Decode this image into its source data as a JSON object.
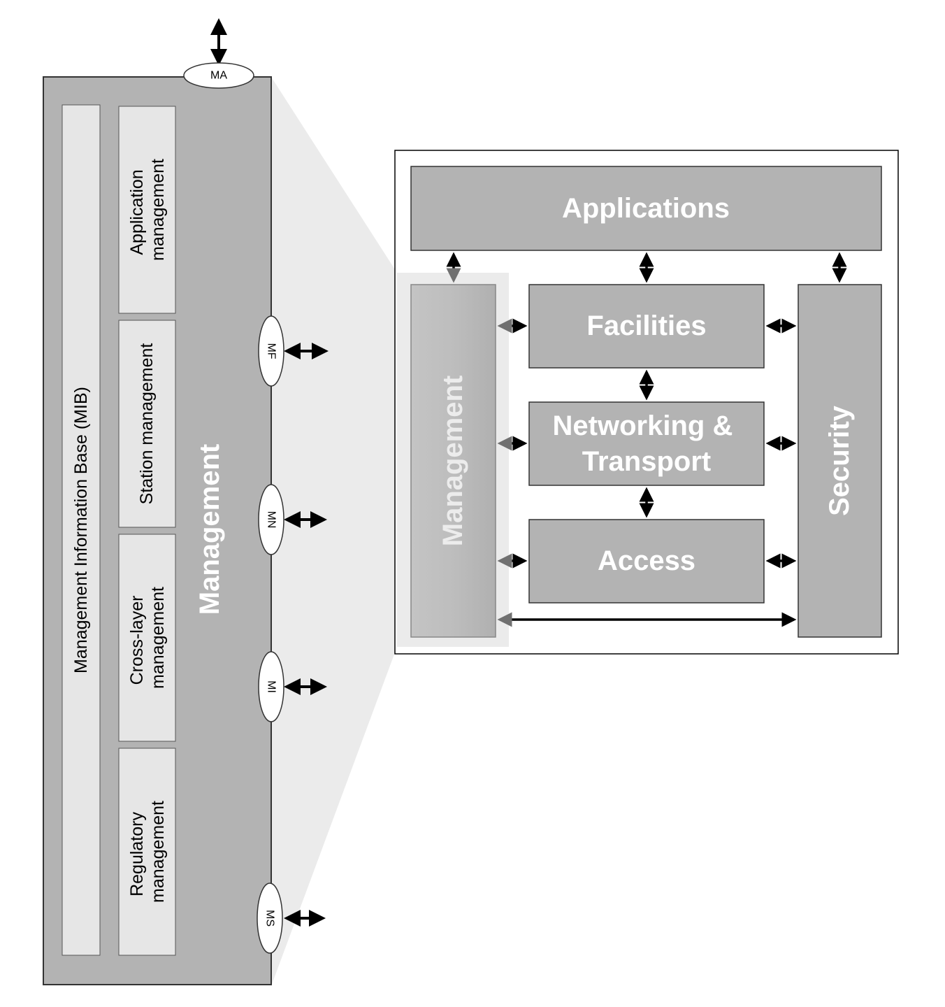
{
  "management_detail": {
    "title": "Management",
    "mib_label": "Management Information Base (MIB)",
    "modules": [
      {
        "line1": "Application",
        "line2": "management"
      },
      {
        "line1": "Station management",
        "line2": ""
      },
      {
        "line1": "Cross-layer",
        "line2": "management"
      },
      {
        "line1": "Regulatory",
        "line2": "management"
      }
    ],
    "saps": {
      "top": "MA",
      "right": [
        "MF",
        "MN",
        "MI",
        "MS"
      ]
    }
  },
  "architecture": {
    "applications": "Applications",
    "facilities": "Facilities",
    "networking_line1": "Networking &",
    "networking_line2": "Transport",
    "access": "Access",
    "management": "Management",
    "security": "Security"
  },
  "colors": {
    "block": "#b3b3b3",
    "module": "#e6e6e6",
    "highlight": "#ebebeb",
    "stroke": "#333333",
    "arrow": "#000000",
    "arrow_muted": "#707070"
  }
}
